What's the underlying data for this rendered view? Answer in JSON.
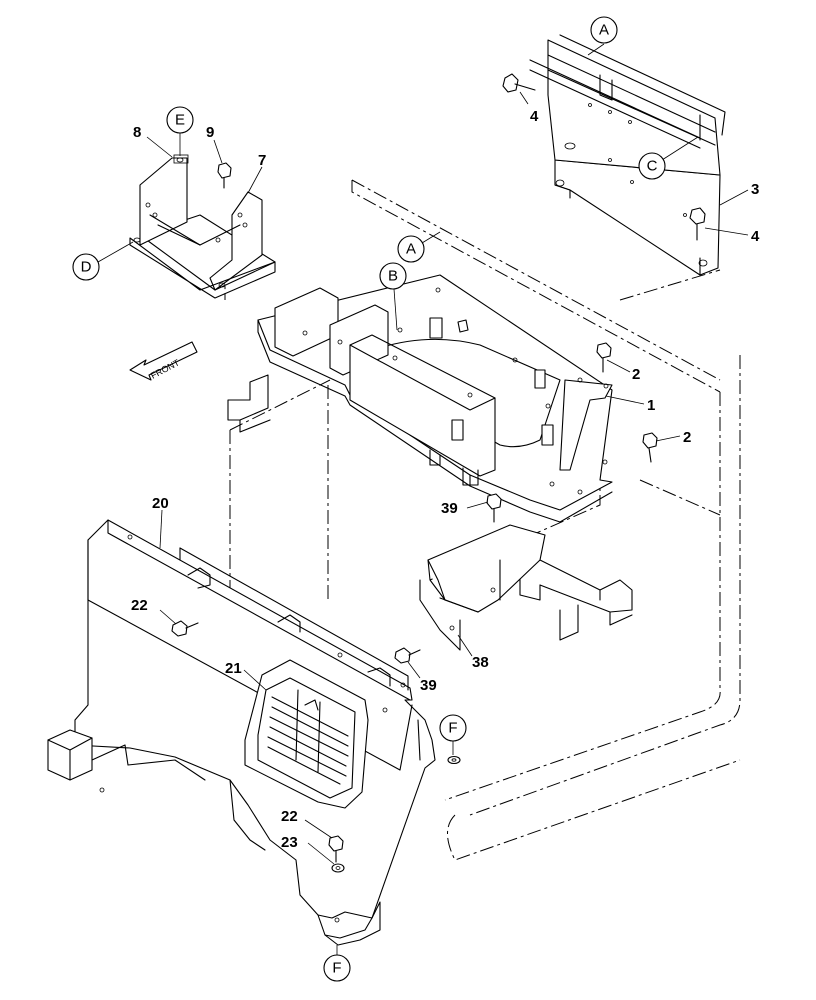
{
  "direction_label": "FRONT",
  "reference_circles": [
    {
      "id": "A-top",
      "letter": "A"
    },
    {
      "id": "C",
      "letter": "C"
    },
    {
      "id": "E",
      "letter": "E"
    },
    {
      "id": "D",
      "letter": "D"
    },
    {
      "id": "A-mid",
      "letter": "A"
    },
    {
      "id": "B",
      "letter": "B"
    },
    {
      "id": "F-right",
      "letter": "F"
    },
    {
      "id": "F-bottom",
      "letter": "F"
    }
  ],
  "part_numbers": [
    {
      "id": "p4a",
      "label": "4"
    },
    {
      "id": "p3",
      "label": "3"
    },
    {
      "id": "p4b",
      "label": "4"
    },
    {
      "id": "p8",
      "label": "8"
    },
    {
      "id": "p9",
      "label": "9"
    },
    {
      "id": "p7",
      "label": "7"
    },
    {
      "id": "p2a",
      "label": "2"
    },
    {
      "id": "p1",
      "label": "1"
    },
    {
      "id": "p2b",
      "label": "2"
    },
    {
      "id": "p39a",
      "label": "39"
    },
    {
      "id": "p20",
      "label": "20"
    },
    {
      "id": "p22a",
      "label": "22"
    },
    {
      "id": "p38",
      "label": "38"
    },
    {
      "id": "p39b",
      "label": "39"
    },
    {
      "id": "p21",
      "label": "21"
    },
    {
      "id": "p22b",
      "label": "22"
    },
    {
      "id": "p23",
      "label": "23"
    }
  ]
}
